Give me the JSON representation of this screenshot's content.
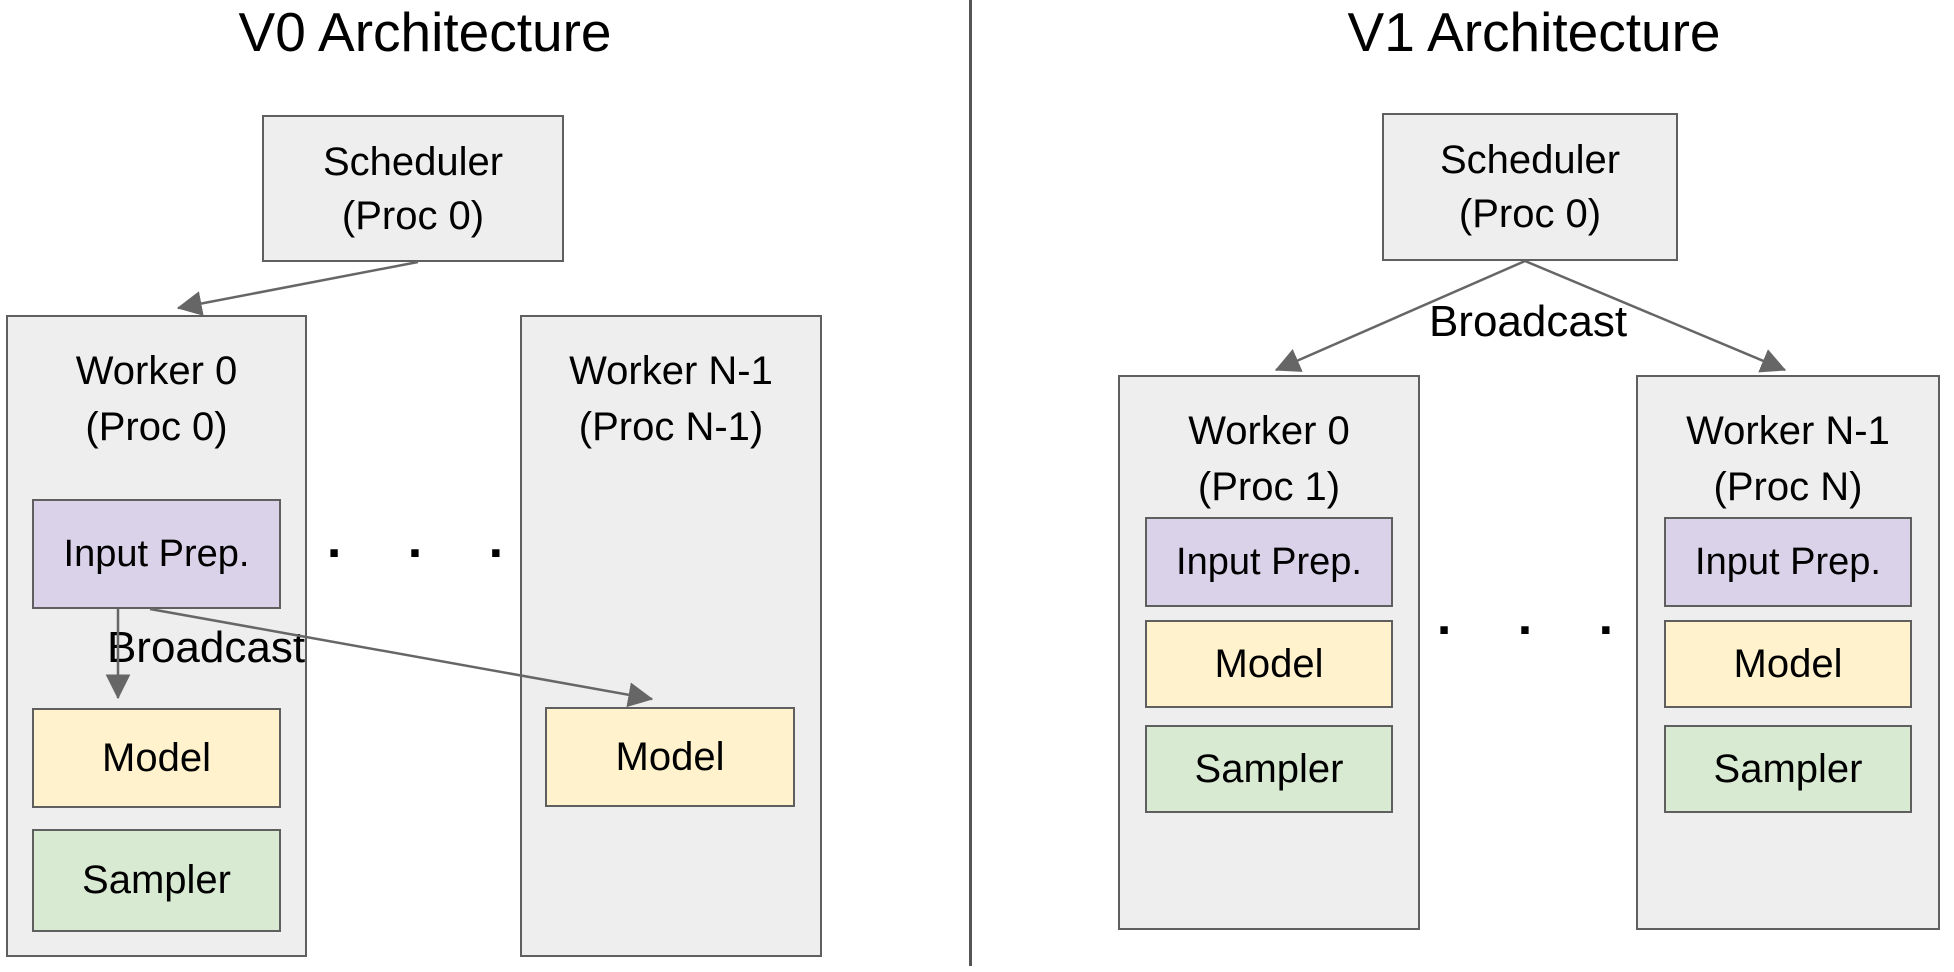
{
  "v0": {
    "title": "V0 Architecture",
    "scheduler": {
      "name": "Scheduler",
      "proc": "(Proc 0)"
    },
    "broadcast": "Broadcast",
    "ellipsis": ". . .",
    "worker0": {
      "name": "Worker 0",
      "proc": "(Proc 0)",
      "input_prep": "Input Prep.",
      "model": "Model",
      "sampler": "Sampler"
    },
    "workerN": {
      "name": "Worker N-1",
      "proc": "(Proc N-1)",
      "model": "Model"
    }
  },
  "v1": {
    "title": "V1 Architecture",
    "scheduler": {
      "name": "Scheduler",
      "proc": "(Proc 0)"
    },
    "broadcast": "Broadcast",
    "ellipsis": ". . .",
    "worker0": {
      "name": "Worker 0",
      "proc": "(Proc 1)",
      "input_prep": "Input Prep.",
      "model": "Model",
      "sampler": "Sampler"
    },
    "workerN": {
      "name": "Worker N-1",
      "proc": "(Proc N)",
      "input_prep": "Input Prep.",
      "model": "Model",
      "sampler": "Sampler"
    }
  },
  "colors": {
    "gray_fill": "#eeeeee",
    "box_border": "#5f5f5f",
    "purple_fill": "#d9d2e9",
    "yellow_fill": "#fff2cc",
    "green_fill": "#d9ead3",
    "arrow_color": "#666666",
    "divider_color": "#555555",
    "text_color": "#000000"
  }
}
